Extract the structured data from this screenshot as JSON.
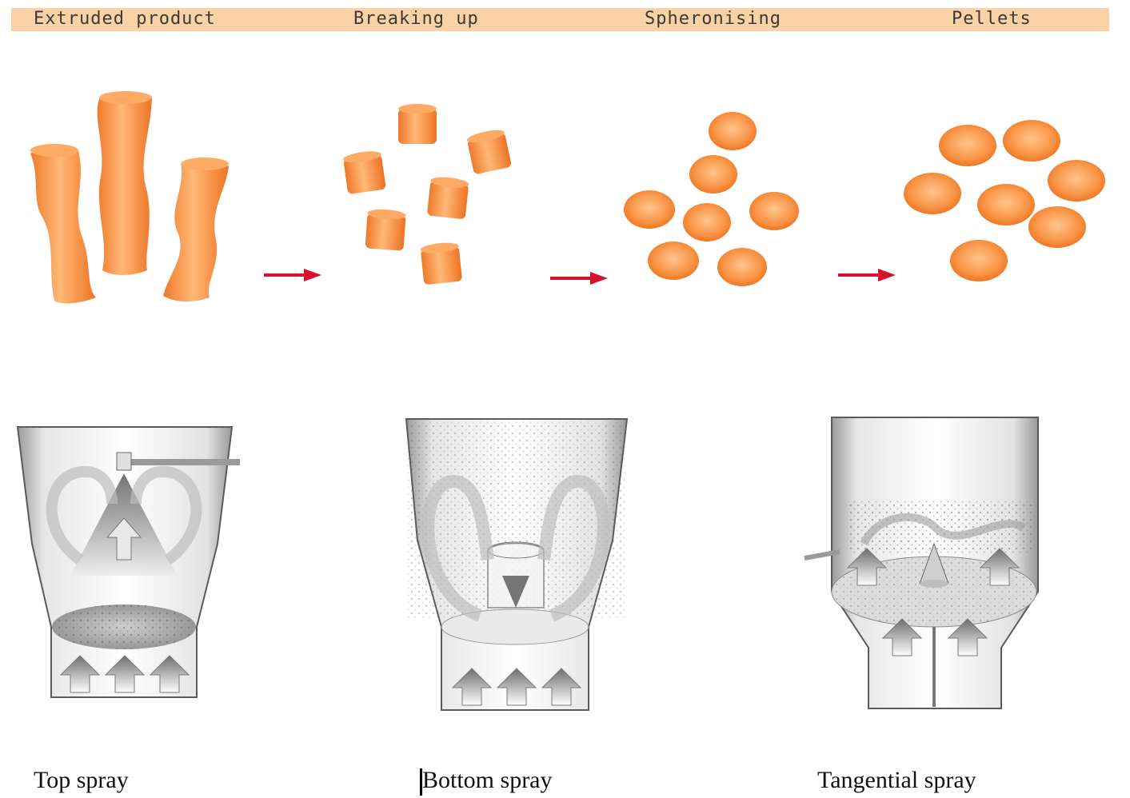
{
  "stages": [
    {
      "label": "Extruded product"
    },
    {
      "label": "Breaking up"
    },
    {
      "label": "Spheronising"
    },
    {
      "label": "Pellets"
    }
  ],
  "captions": {
    "top": "Top spray",
    "bottom": "Bottom spray",
    "tangential": "Tangential spray"
  },
  "colors": {
    "header": "#fbd2a5",
    "pellet": "#f5883a",
    "arrow": "#d8102c"
  }
}
